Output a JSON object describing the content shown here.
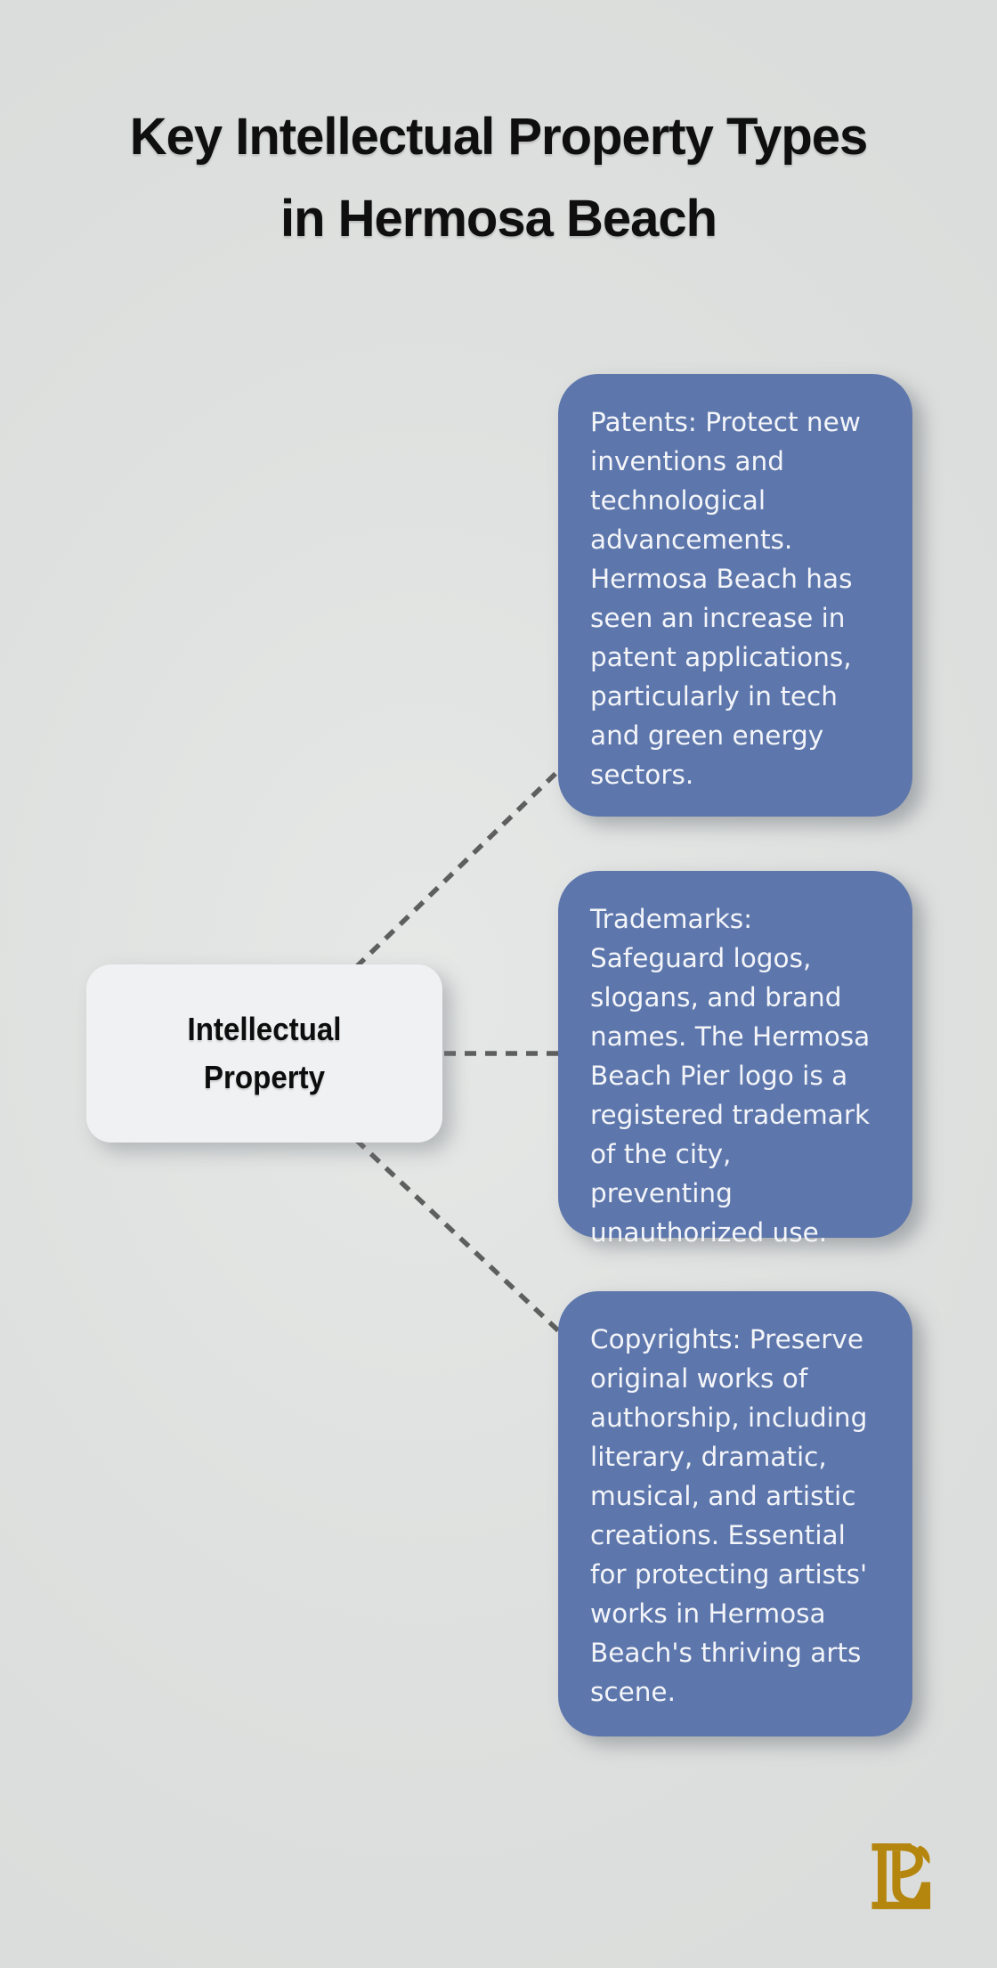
{
  "title": {
    "line1": "Key Intellectual Property Types",
    "line2": "in Hermosa Beach"
  },
  "center_node": {
    "label": "Intellectual Property"
  },
  "nodes": [
    {
      "id": "patents",
      "text": "Patents: Protect new inventions and technological advancements. Hermosa Beach has seen an increase in patent applications, particularly in tech and green energy sectors."
    },
    {
      "id": "trademarks",
      "text": "Trademarks: Safeguard logos, slogans, and brand names. The Hermosa Beach Pier logo is a registered trademark of the city, preventing unauthorized use."
    },
    {
      "id": "copyrights",
      "text": "Copyrights: Preserve original works of authorship, including literary, dramatic, musical, and artistic creations. Essential for protecting artists' works in Hermosa Beach's thriving arts scene."
    }
  ],
  "icons": [
    {
      "name": "pl-monogram-logo",
      "color": "#b5860e"
    }
  ],
  "colors": {
    "background": "#dfe1e0",
    "branch_node_fill": "#5d76ac",
    "branch_node_text": "#f3f5f9",
    "center_node_fill": "#eff1f2",
    "center_node_text": "#0d0d0d",
    "title_text": "#0f0f0f",
    "connector": "#5e5e5e",
    "logo_gold": "#b5860e"
  }
}
